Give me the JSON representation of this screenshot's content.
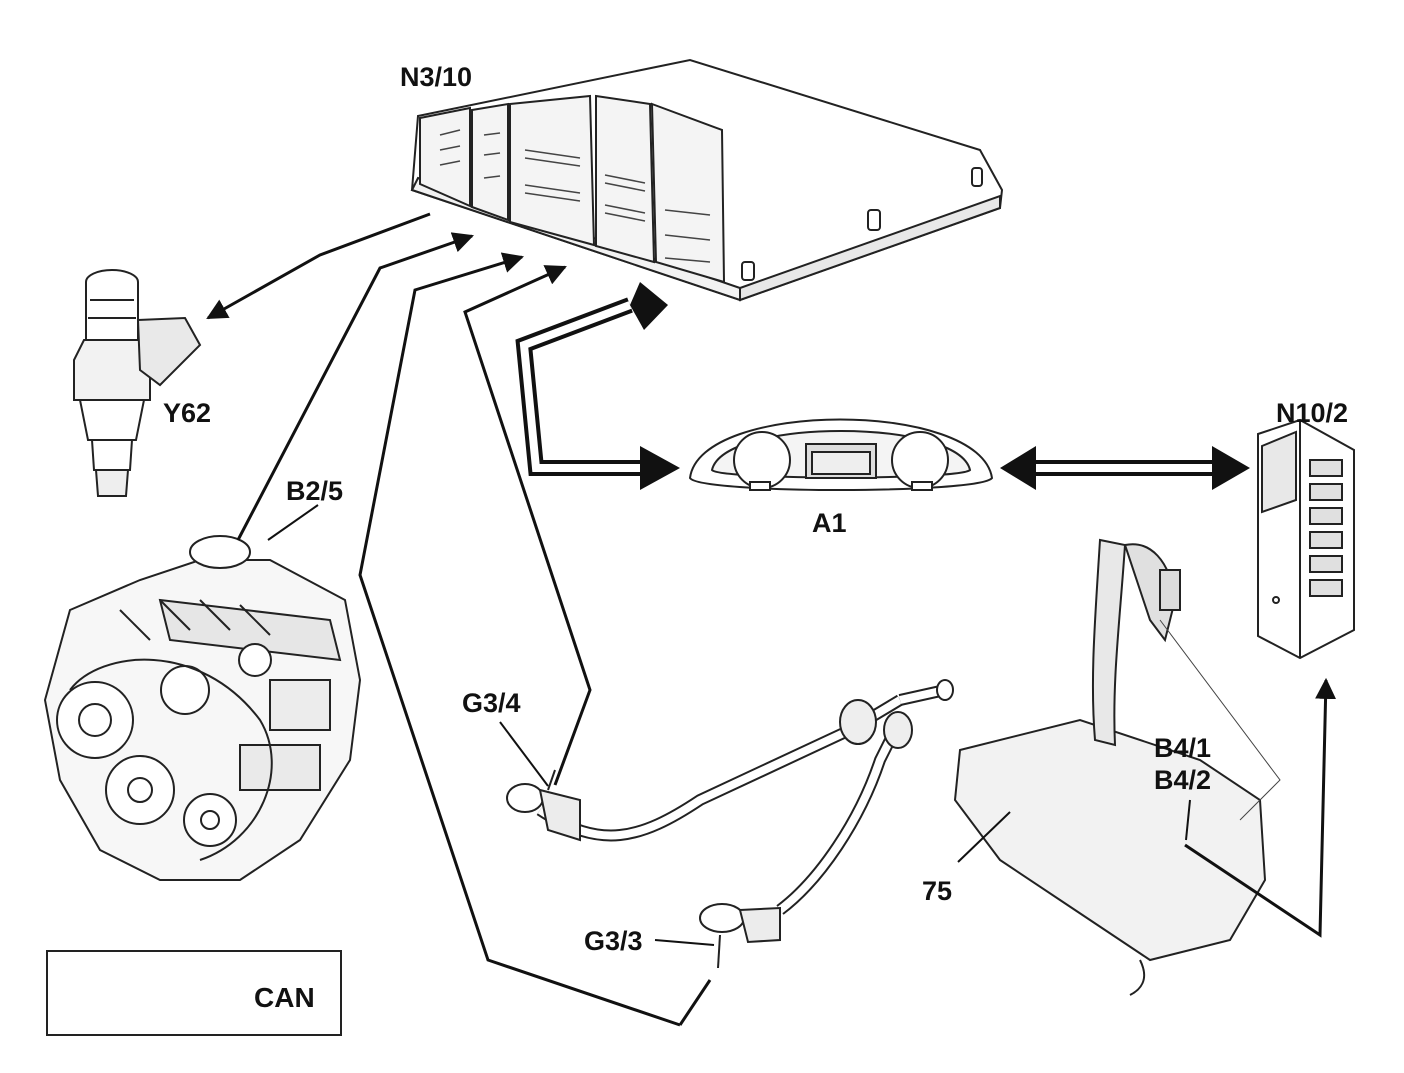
{
  "components": {
    "ecu": {
      "label": "N3/10"
    },
    "injector": {
      "label": "Y62"
    },
    "engine_sensor": {
      "label": "B2/5"
    },
    "instrument_cluster": {
      "label": "A1"
    },
    "sam_module": {
      "label": "N10/2"
    },
    "o2_sensor_a": {
      "label": "G3/4"
    },
    "o2_sensor_b": {
      "label": "G3/3"
    },
    "fuel_level_sensors_1": {
      "label": "B4/1"
    },
    "fuel_level_sensors_2": {
      "label": "B4/2"
    },
    "fuel_tank": {
      "label": "75"
    }
  },
  "legend": {
    "label": "CAN"
  }
}
